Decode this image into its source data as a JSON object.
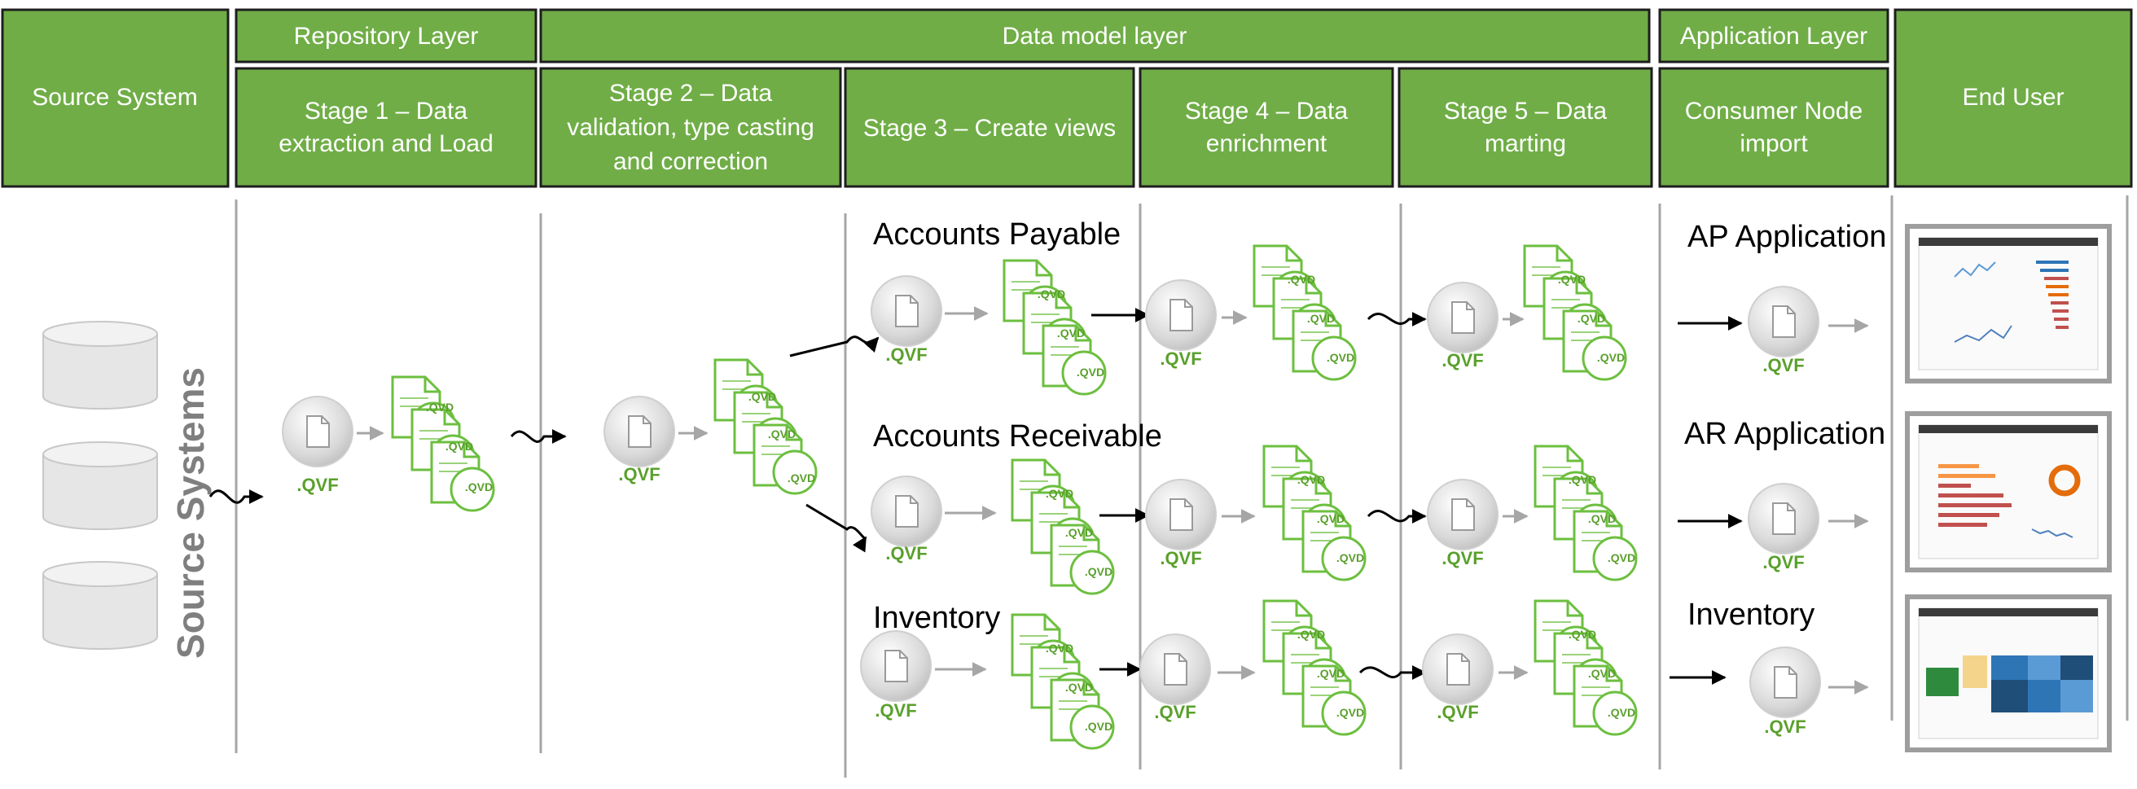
{
  "headers": {
    "source_system": "Source System",
    "repository_layer": "Repository Layer",
    "data_model_layer": "Data model layer",
    "application_layer": "Application Layer",
    "end_user": "End User",
    "stage1": [
      "Stage 1 – Data",
      "extraction and Load"
    ],
    "stage2": [
      "Stage 2 – Data",
      "validation, type casting",
      "and correction"
    ],
    "stage3": [
      "Stage 3 – Create views"
    ],
    "stage4": [
      "Stage 4 – Data",
      "enrichment"
    ],
    "stage5": [
      "Stage 5 – Data",
      "marting"
    ],
    "consumer": [
      "Consumer Node",
      "import"
    ]
  },
  "source_systems_label": "Source Systems",
  "sections": {
    "ap": "Accounts Payable",
    "ar": "Accounts Receivable",
    "inv": "Inventory",
    "ap_app": "AP Application",
    "ar_app": "AR Application",
    "inv_app": "Inventory"
  },
  "qvf_label": ".QVF",
  "qvd_label": ".QVD",
  "colors": {
    "header_green": "#70ad47",
    "doc_green": "#6cbf3f",
    "qvf_text": "#5aa02c",
    "separator_gray": "#a6a6a6"
  },
  "icons": [
    "database-cylinder-icon",
    "qvf-file-icon",
    "qvd-file-stack-icon",
    "dashboard-thumbnail-icon"
  ]
}
